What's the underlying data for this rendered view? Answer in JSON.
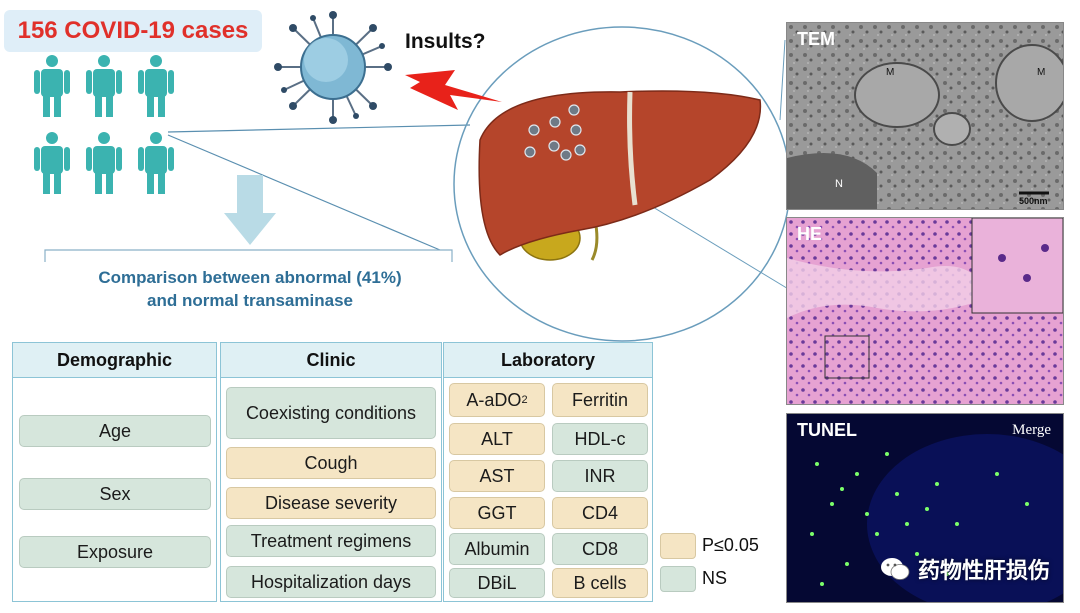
{
  "title": "156 COVID-19 cases",
  "insults_label": "Insults?",
  "comparison": {
    "line1": "Comparison between abnormal (41%)",
    "line2": "and normal transaminase"
  },
  "panels": {
    "demographic": {
      "title": "Demographic",
      "items": [
        "Age",
        "Sex",
        "Exposure"
      ]
    },
    "clinic": {
      "title": "Clinic",
      "items": [
        {
          "label": "Coexisting conditions",
          "sig": false
        },
        {
          "label": "Cough",
          "sig": true
        },
        {
          "label": "Disease severity",
          "sig": true
        },
        {
          "label": "Treatment regimens",
          "sig": false
        },
        {
          "label": "Hospitalization days",
          "sig": false
        }
      ]
    },
    "laboratory": {
      "title": "Laboratory",
      "left": [
        {
          "label": "A-aDO",
          "sub": "2",
          "sig": true
        },
        {
          "label": "ALT",
          "sig": true
        },
        {
          "label": "AST",
          "sig": true
        },
        {
          "label": "GGT",
          "sig": true
        },
        {
          "label": "Albumin",
          "sig": false
        },
        {
          "label": "DBiL",
          "sig": false
        }
      ],
      "right": [
        {
          "label": "Ferritin",
          "sig": true
        },
        {
          "label": "HDL-c",
          "sig": false
        },
        {
          "label": "INR",
          "sig": false
        },
        {
          "label": "CD4",
          "sig": true
        },
        {
          "label": "CD8",
          "sig": false
        },
        {
          "label": "B cells",
          "sig": true
        }
      ]
    }
  },
  "legend": {
    "sig_label": "P≤0.05",
    "ns_label": "NS"
  },
  "images": {
    "tem": {
      "label": "TEM",
      "scale": "500nm",
      "m_label": "M",
      "n_label": "N"
    },
    "he": {
      "label": "HE"
    },
    "tunel": {
      "label": "TUNEL",
      "merge": "Merge"
    }
  },
  "watermark": "药物性肝损伤",
  "colors": {
    "person": "#3bb3b0",
    "title_red": "#e0302a",
    "compare_blue": "#2e6e96",
    "sig_fill": "#f5e5c4",
    "ns_fill": "#d6e6dc",
    "liver": "#b5452b"
  }
}
